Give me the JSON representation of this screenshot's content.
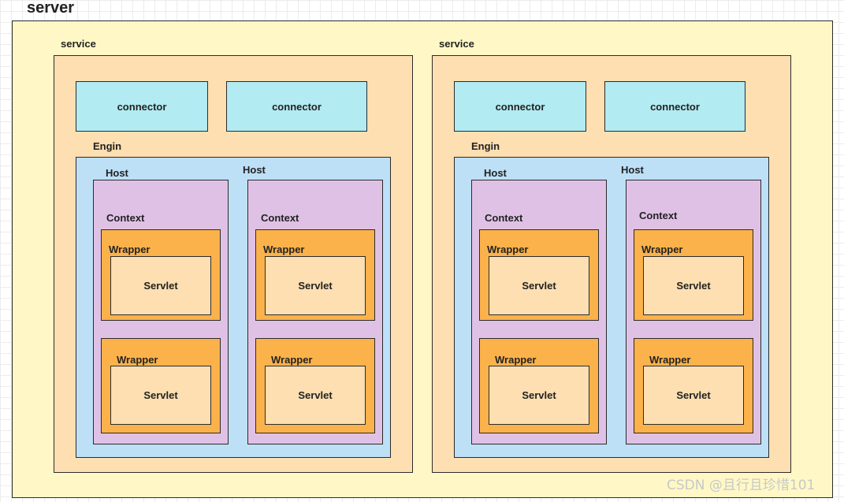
{
  "server": {
    "label": "server"
  },
  "services": [
    {
      "label": "service",
      "connectors": [
        "connector",
        "connector"
      ],
      "engine": {
        "label": "Engin",
        "hosts": [
          {
            "label": "Host",
            "context": "Context",
            "wrappers": [
              {
                "label": "Wrapper",
                "servlet": "Servlet"
              },
              {
                "label": "Wrapper",
                "servlet": "Servlet"
              }
            ]
          },
          {
            "label": "Host",
            "context": "Context",
            "wrappers": [
              {
                "label": "Wrapper",
                "servlet": "Servlet"
              },
              {
                "label": "Wrapper",
                "servlet": "Servlet"
              }
            ]
          }
        ]
      }
    },
    {
      "label": "service",
      "connectors": [
        "connector",
        "connector"
      ],
      "engine": {
        "label": "Engin",
        "hosts": [
          {
            "label": "Host",
            "context": "Context",
            "wrappers": [
              {
                "label": "Wrapper",
                "servlet": "Servlet"
              },
              {
                "label": "Wrapper",
                "servlet": "Servlet"
              }
            ]
          },
          {
            "label": "Host",
            "context": "Context",
            "wrappers": [
              {
                "label": "Wrapper",
                "servlet": "Servlet"
              },
              {
                "label": "Wrapper",
                "servlet": "Servlet"
              }
            ]
          }
        ]
      }
    }
  ],
  "watermark": "CSDN @且行且珍惜101",
  "colors": {
    "server": "#fff8c6",
    "service": "#fddfb1",
    "connector": "#b2ebf2",
    "engine": "#bde0f7",
    "host": "#e0c1e6",
    "wrapper": "#fbb24b",
    "servlet": "#fddfb1"
  }
}
